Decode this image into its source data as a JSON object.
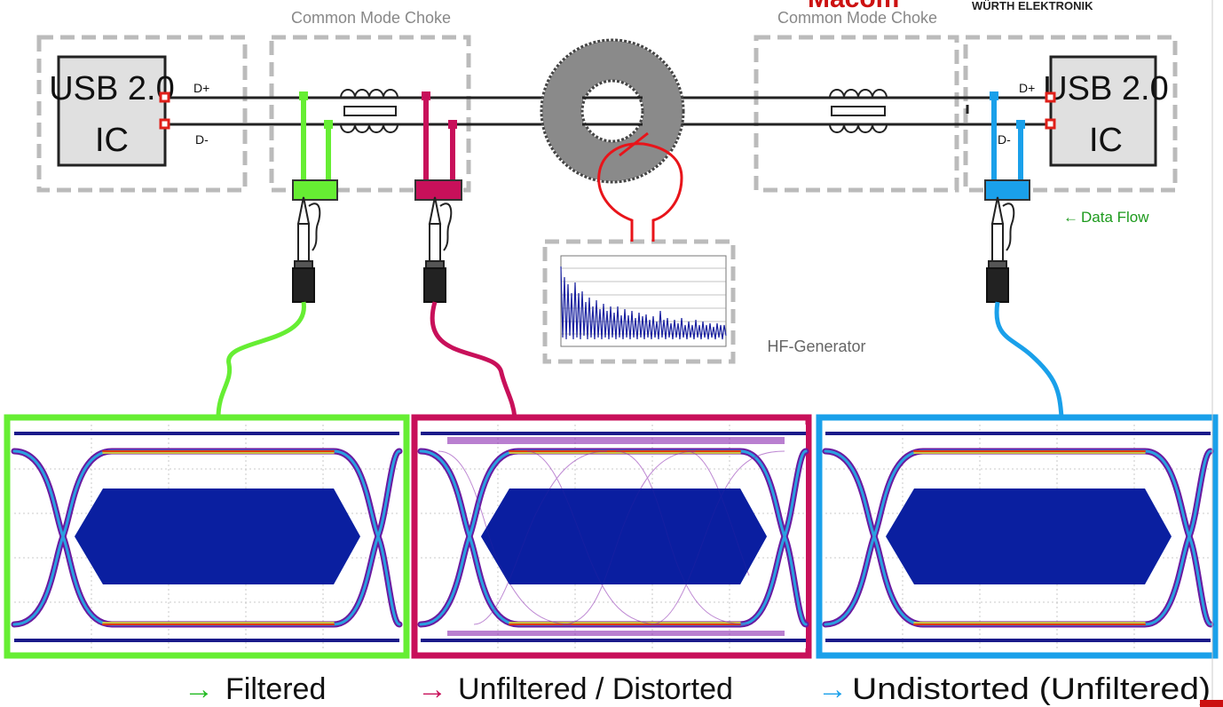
{
  "header": {
    "logo_text": "WÜRTH ELEKTRONIK",
    "brand_partial": "Macom"
  },
  "left_ic": {
    "line1": "USB 2.0",
    "line2": "IC",
    "pin_dplus": "D+",
    "pin_dminus": "D-"
  },
  "right_ic": {
    "line1": "USB 2.0",
    "line2": "IC",
    "pin_dplus": "D+",
    "pin_dminus": "D-"
  },
  "choke_left_label": "Common Mode Choke",
  "choke_right_label": "Common Mode Choke",
  "hf_generator_label": "HF-Generator",
  "data_flow": {
    "arrow": "←",
    "label": "Data Flow"
  },
  "captions": {
    "filtered": {
      "arrow": "→",
      "label": "Filtered"
    },
    "unfiltered": {
      "arrow": "→",
      "label": "Unfiltered / Distorted"
    },
    "undistorted": {
      "arrow": "→",
      "label": "Undistorted (Unfiltered)"
    }
  },
  "colors": {
    "green": "#66ee33",
    "magenta": "#c8105a",
    "blue": "#1aa0ea",
    "dashed_gray": "#bbbbbb",
    "ic_fill": "#e0e0e0",
    "toroid": "#8a8a8a",
    "eye_blue": "#0a1fa0",
    "caption_arrow_green": "#22bb22",
    "data_flow_green": "#1d9a1d"
  },
  "icons": {
    "probe": "oscilloscope-probe-icon",
    "toroid": "ferrite-toroid-icon",
    "spectrum": "spectrum-chart-icon"
  }
}
